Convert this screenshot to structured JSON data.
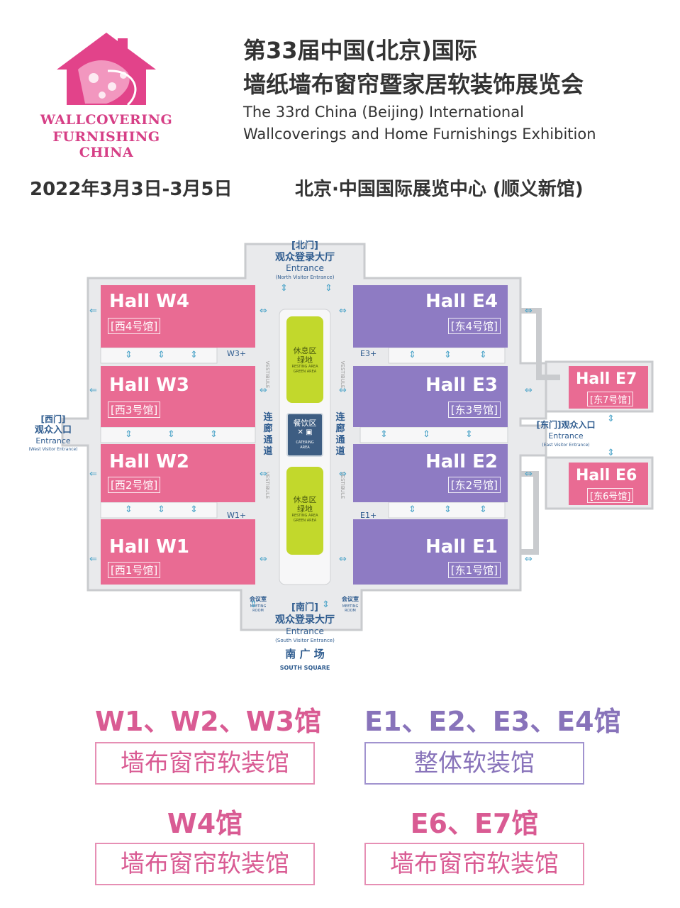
{
  "header": {
    "logo_line1": "WALLCOVERING",
    "logo_line2": "FURNISHING CHINA",
    "title_cn_1": "第33届中国(北京)国际",
    "title_cn_2": "墙纸墙布窗帘暨家居软装饰展览会",
    "title_en_1": "The 33rd China (Beijing) International",
    "title_en_2": "Wallcoverings and Home Furnishings Exhibition",
    "dates": "2022年3月3日-3月5日",
    "venue": "北京·中国国际展览中心 (顺义新馆)"
  },
  "map": {
    "halls": {
      "w4": {
        "name": "Hall W4",
        "cn": "[西4号馆]"
      },
      "w3": {
        "name": "Hall W3",
        "cn": "[西3号馆]"
      },
      "w2": {
        "name": "Hall W2",
        "cn": "[西2号馆]"
      },
      "w1": {
        "name": "Hall W1",
        "cn": "[西1号馆]"
      },
      "e4": {
        "name": "Hall E4",
        "cn": "[东4号馆]"
      },
      "e3": {
        "name": "Hall E3",
        "cn": "[东3号馆]"
      },
      "e2": {
        "name": "Hall E2",
        "cn": "[东2号馆]"
      },
      "e1": {
        "name": "Hall E1",
        "cn": "[东1号馆]"
      },
      "e7": {
        "name": "Hall E7",
        "cn": "[东7号馆]"
      },
      "e6": {
        "name": "Hall E6",
        "cn": "[东6号馆]"
      }
    },
    "north": {
      "gate": "[北门]",
      "hall": "观众登录大厅",
      "en": "Entrance",
      "sub": "(North Visitor Entrance)"
    },
    "south": {
      "gate": "[南门]",
      "hall": "观众登录大厅",
      "en": "Entrance",
      "sub": "(South Visitor Entrance)"
    },
    "west": {
      "gate": "[西门]",
      "hall": "观众入口",
      "en": "Entrance",
      "sub": "(West Visitor Entrance)"
    },
    "east": {
      "gate": "[东门]观众入口",
      "en": "Entrance",
      "sub": "(East Visitor Entrance)"
    },
    "south_square_cn": "南 广 场",
    "south_square_en": "SOUTH    SQUARE",
    "rest_cn_1": "休息区",
    "rest_cn_2": "绿地",
    "rest_en_1": "RESTING AREA",
    "rest_en_2": "GREEN AREA",
    "catering_cn": "餐饮区",
    "catering_en_1": "CATERING",
    "catering_en_2": "AREA",
    "corridor_cn": [
      "连",
      "廊",
      "通",
      "道"
    ],
    "vestibule": "VESTIBULE",
    "w3plus": "W3+",
    "w1plus": "W1+",
    "e3plus": "E3+",
    "e1plus": "E1+",
    "meeting_cn": "会议室",
    "meeting_en_1": "MEETING",
    "meeting_en_2": "ROOM"
  },
  "legend": {
    "g1_title": "W1、W2、W3馆",
    "g1_label": "墙布窗帘软装馆",
    "g2_title": "E1、E2、E3、E4馆",
    "g2_label": "整体软装馆",
    "g3_title": "W4馆",
    "g3_label": "墙布窗帘软装馆",
    "g4_title": "E6、E7馆",
    "g4_label": "墙布窗帘软装馆"
  }
}
